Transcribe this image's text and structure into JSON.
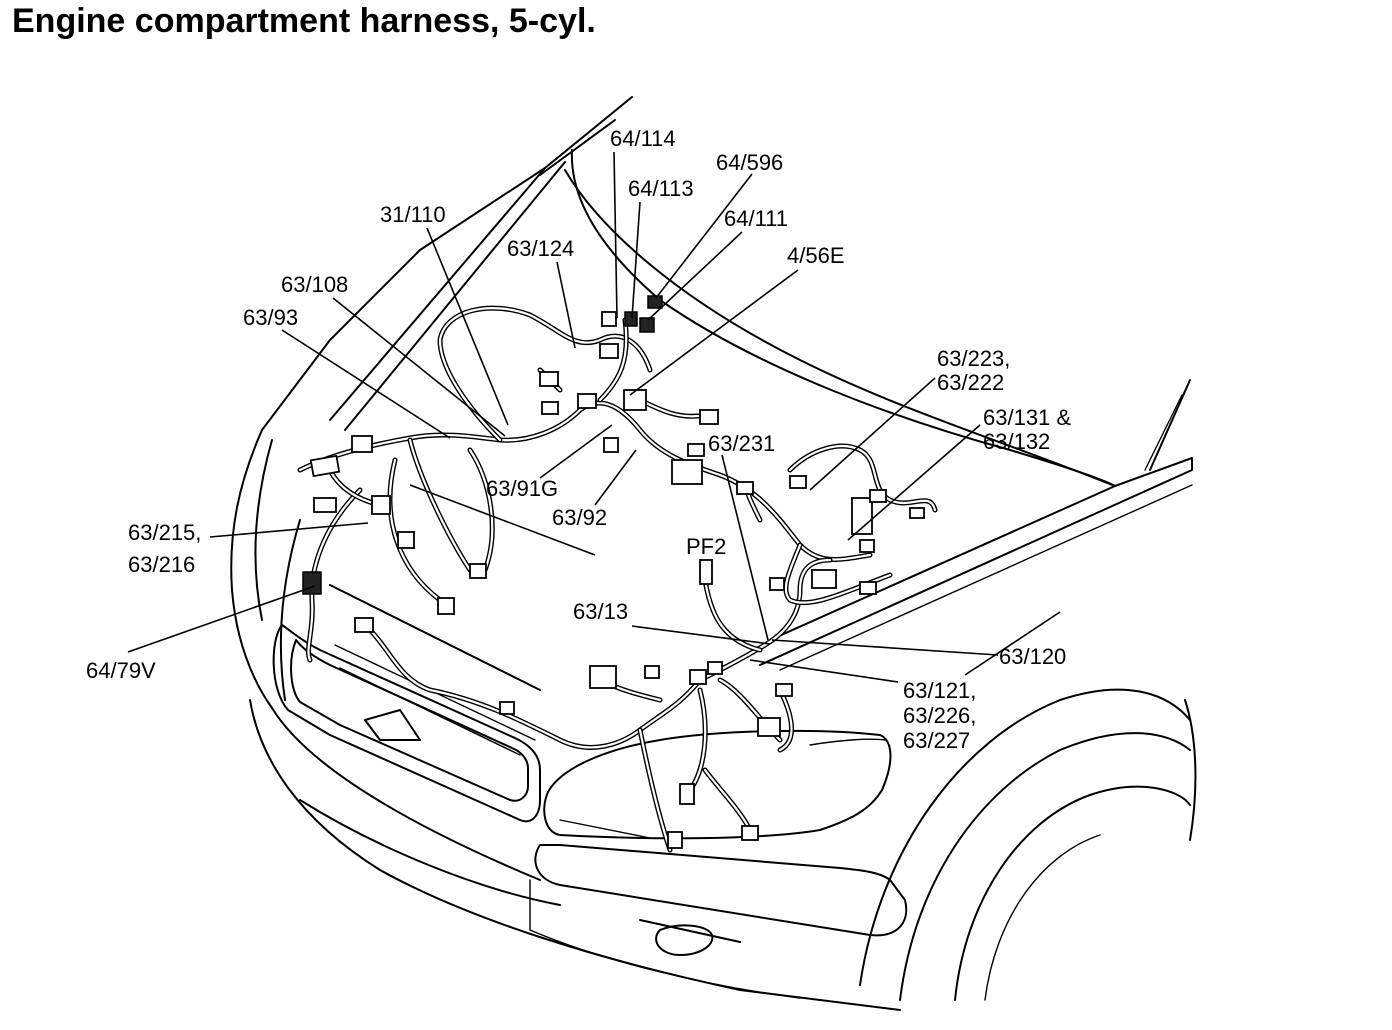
{
  "title": "Engine compartment harness, 5-cyl.",
  "labels": {
    "l_64_114": "64/114",
    "l_64_596": "64/596",
    "l_64_113": "64/113",
    "l_64_111": "64/111",
    "l_31_110": "31/110",
    "l_63_124": "63/124",
    "l_4_56e": "4/56E",
    "l_63_108": "63/108",
    "l_63_93": "63/93",
    "l_63_223_a": "63/223,",
    "l_63_222": "63/222",
    "l_63_131": "63/131 &",
    "l_63_132": "63/132",
    "l_63_231": "63/231",
    "l_63_91g": "63/91G",
    "l_63_92": "63/92",
    "l_63_215_a": "63/215,",
    "l_63_216": "63/216",
    "l_pf2": "PF2",
    "l_63_13": "63/13",
    "l_63_120": "63/120",
    "l_64_79v": "64/79V",
    "l_63_121_a": "63/121,",
    "l_63_226_a": "63/226,",
    "l_63_227": "63/227"
  }
}
